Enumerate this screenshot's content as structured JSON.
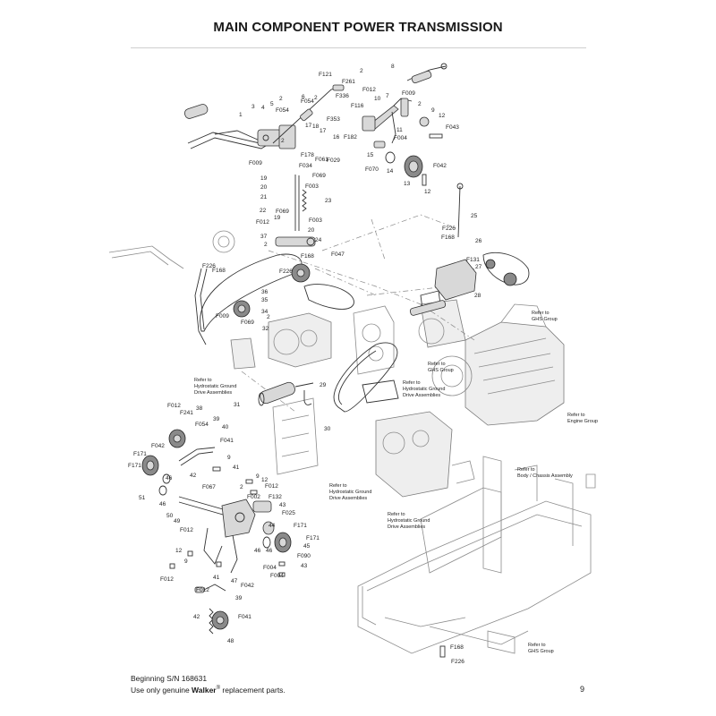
{
  "page": {
    "title": "MAIN COMPONENT POWER TRANSMISSION",
    "footer": {
      "serial": "Beginning S/N 168631",
      "use_prefix": "Use only genuine ",
      "brand": "Walker",
      "reg_mark": "®",
      "use_suffix": " replacement parts."
    },
    "page_number": "9"
  },
  "diagram": {
    "callouts": {
      "c1": "1",
      "c2": "2",
      "c3": "3",
      "c4": "4",
      "c5": "5",
      "c6": "6",
      "c7": "7",
      "c8": "8",
      "c9": "9",
      "c10": "10",
      "c11": "11",
      "c12": "12",
      "c13": "13",
      "c14": "14",
      "c15": "15",
      "c16": "16",
      "c17": "17",
      "c18": "18",
      "c19": "19",
      "c20": "20",
      "c21": "21",
      "c22": "22",
      "c23": "23",
      "c24": "24",
      "c25": "25",
      "c26": "26",
      "c27": "27",
      "c28": "28",
      "c29": "29",
      "c30": "30",
      "c31": "31",
      "c32": "32",
      "c34": "34",
      "c35": "35",
      "c36": "36",
      "c37": "37",
      "c38": "38",
      "c39": "39",
      "c40": "40",
      "c41": "41",
      "c42": "42",
      "c43": "43",
      "c44": "44",
      "c45": "45",
      "c46": "46",
      "c47": "47",
      "c48": "48",
      "c49": "49",
      "c50": "50",
      "c51": "51",
      "f002": "F002",
      "f003": "F003",
      "f004": "F004",
      "f009": "F009",
      "f012": "F012",
      "f025": "F025",
      "f029": "F029",
      "f034": "F034",
      "f041": "F041",
      "f042": "F042",
      "f043": "F043",
      "f047": "F047",
      "f054": "F054",
      "f061": "F061",
      "f067": "F067",
      "f069": "F069",
      "f070": "F070",
      "f090": "F090",
      "f116": "F116",
      "f121": "F121",
      "f131": "F131",
      "f132": "F132",
      "f168": "F168",
      "f171": "F171",
      "f178": "F178",
      "f182": "F182",
      "f226": "F226",
      "f241": "F241",
      "f261": "F261",
      "f336": "F336",
      "f353": "F353"
    },
    "refer_notes": {
      "ghs1": [
        "Refer to",
        "GHS Group"
      ],
      "ghs2": [
        "Refer to",
        "GHS Group"
      ],
      "ghs3": [
        "Refer to",
        "GHS Group"
      ],
      "hyd1": [
        "Refer to",
        "Hydrostatic Ground",
        "Drive Assemblies"
      ],
      "hyd2": [
        "Refer to",
        "Hydrostatic Ground",
        "Drive Assemblies"
      ],
      "hyd3": [
        "Refer to",
        "Hydrostatic Ground",
        "Drive Assemblies"
      ],
      "hyd4": [
        "Refer to",
        "Hydrostatic Ground",
        "Drive Assemblies"
      ],
      "engine": [
        "Refer to",
        "Engine Group"
      ],
      "chassis": [
        "Refer to",
        "Body / Chassis Assembly"
      ]
    }
  }
}
